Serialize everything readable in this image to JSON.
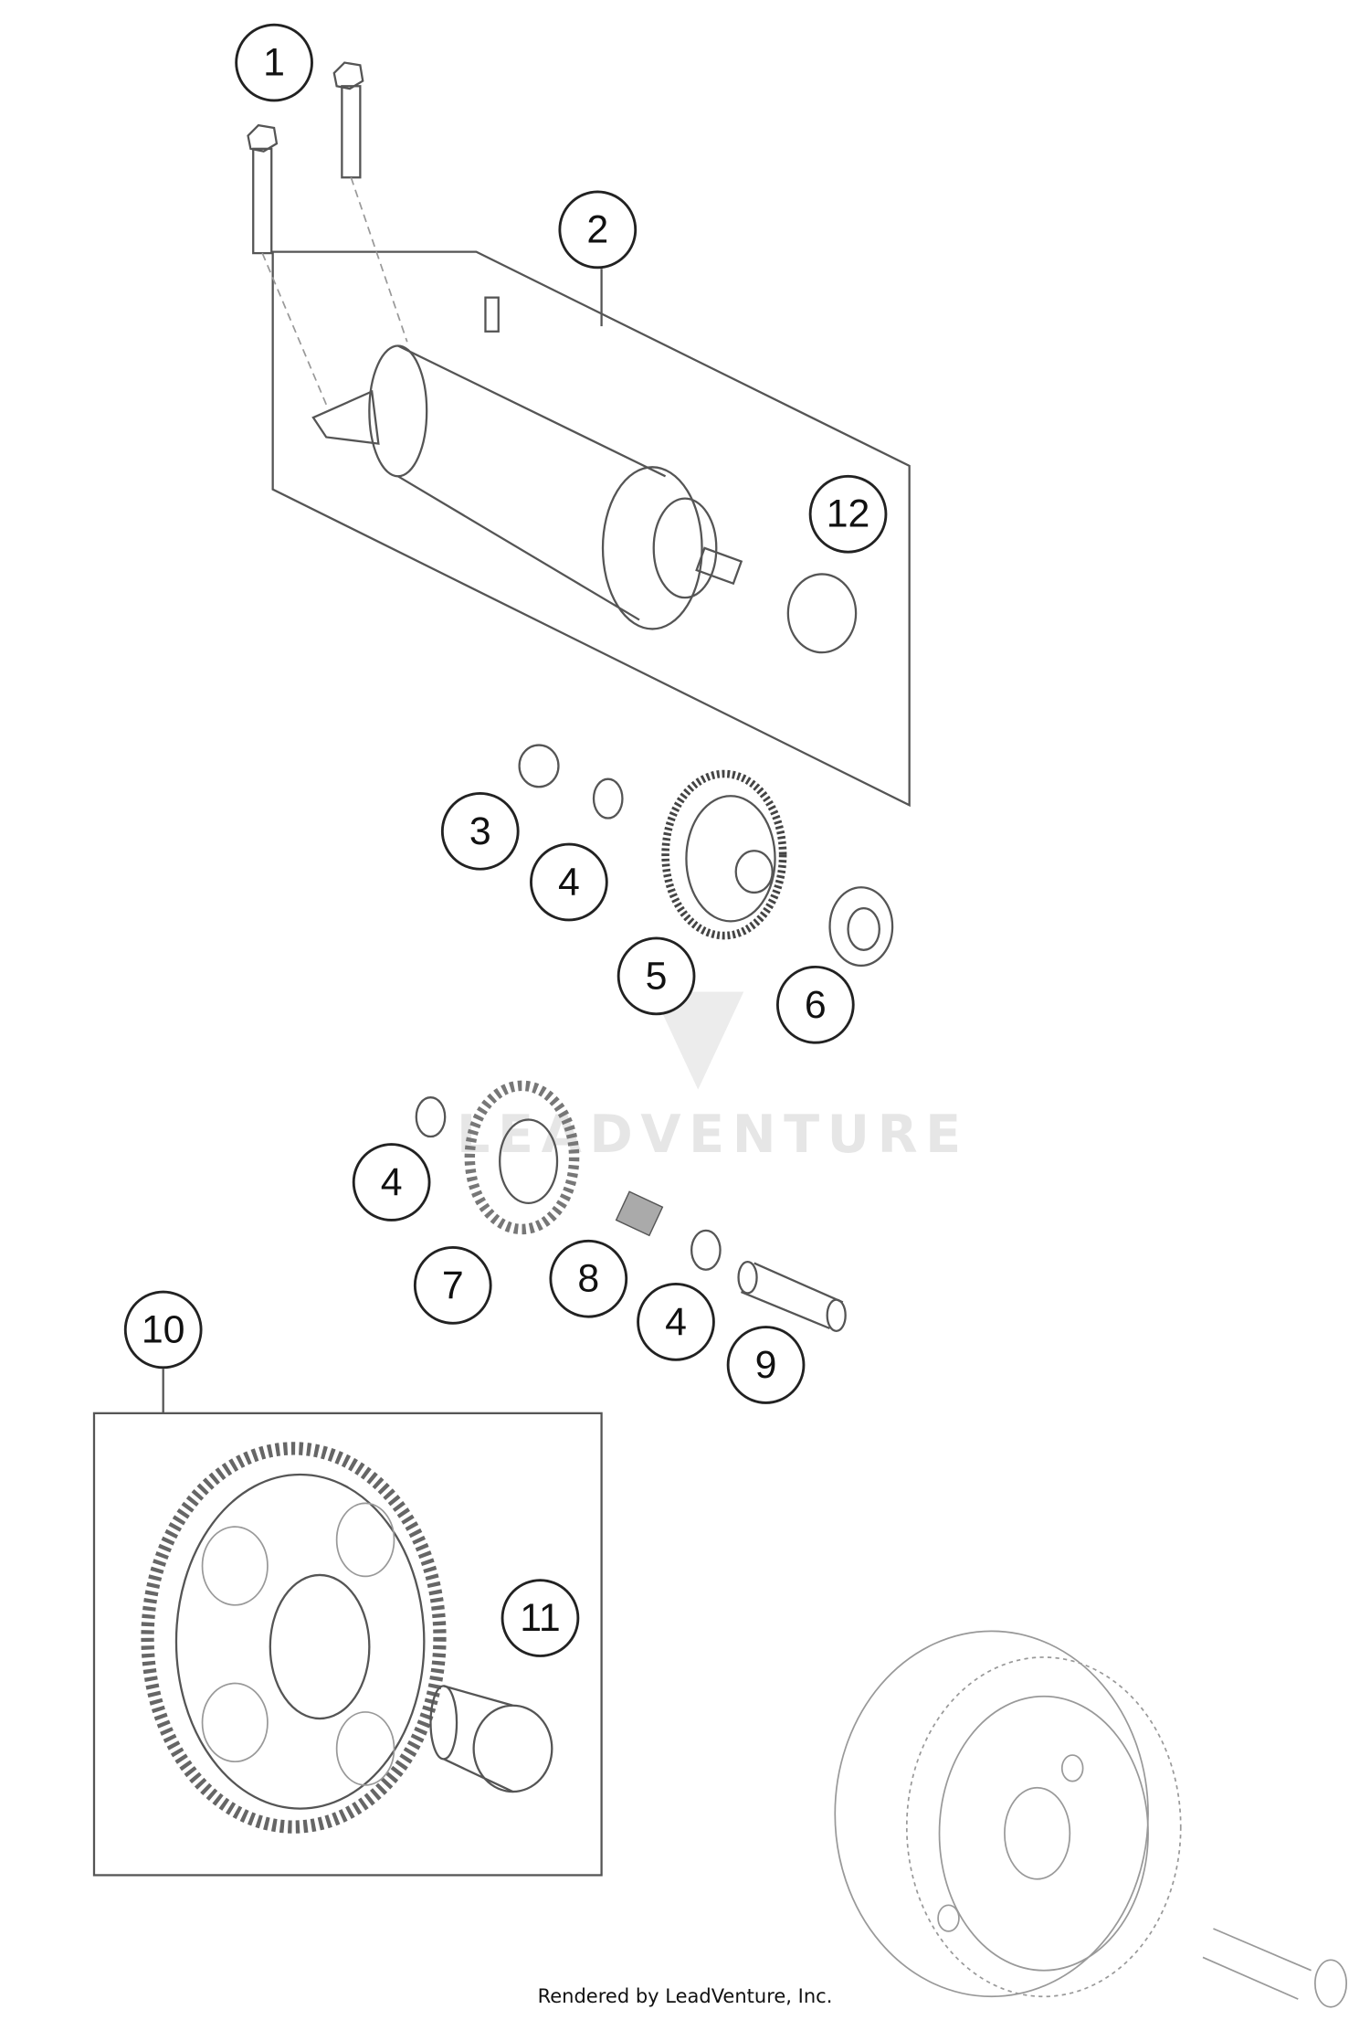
{
  "diagram": {
    "callouts": [
      {
        "label": "1"
      },
      {
        "label": "2"
      },
      {
        "label": "12"
      },
      {
        "label": "3"
      },
      {
        "label": "4"
      },
      {
        "label": "5"
      },
      {
        "label": "6"
      },
      {
        "label": "4"
      },
      {
        "label": "7"
      },
      {
        "label": "8"
      },
      {
        "label": "4"
      },
      {
        "label": "9"
      },
      {
        "label": "10"
      },
      {
        "label": "11"
      }
    ],
    "watermark": "LEADVENTURE"
  },
  "footer": {
    "text": "Rendered by LeadVenture, Inc."
  }
}
